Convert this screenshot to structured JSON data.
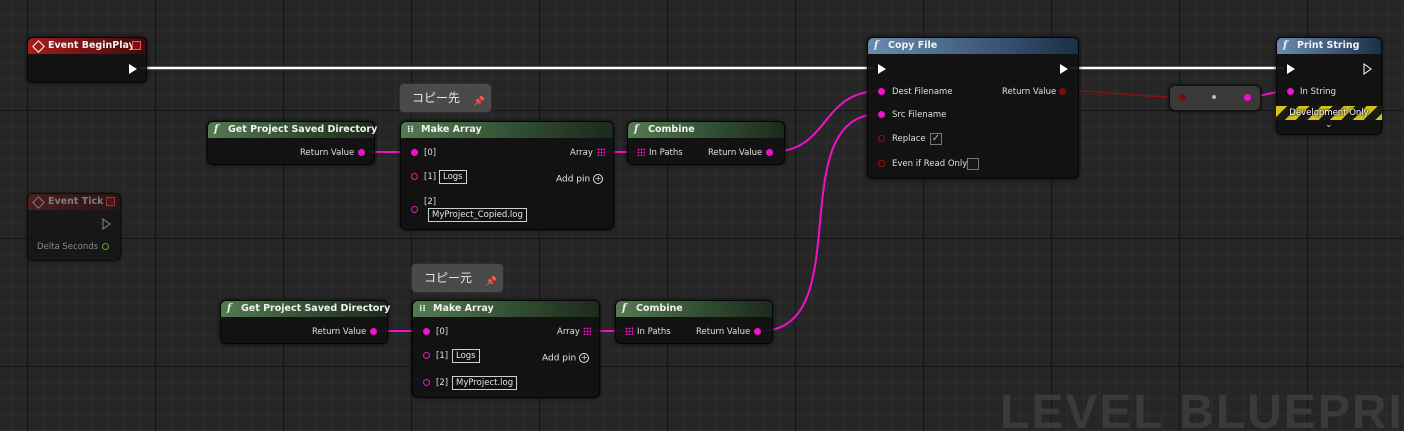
{
  "watermark": "LEVEL BLUEPRINT",
  "comments": {
    "copy_dest": "コピー先",
    "copy_src": "コピー元"
  },
  "event_begin_play": {
    "title": "Event BeginPlay"
  },
  "event_tick": {
    "title": "Event Tick",
    "delta": "Delta Seconds"
  },
  "get_dir_1": {
    "title": "Get Project Saved Directory",
    "ret": "Return Value"
  },
  "get_dir_2": {
    "title": "Get Project Saved Directory",
    "ret": "Return Value"
  },
  "make_array_1": {
    "title": "Make Array",
    "pin0": "[0]",
    "pin1": "[1]",
    "val1": "Logs",
    "pin2": "[2]",
    "val2": "MyProject_Copied.log",
    "array": "Array",
    "add_pin": "Add pin"
  },
  "make_array_2": {
    "title": "Make Array",
    "pin0": "[0]",
    "pin1": "[1]",
    "val1": "Logs",
    "pin2": "[2]",
    "val2": "MyProject.log",
    "array": "Array",
    "add_pin": "Add pin"
  },
  "combine_1": {
    "title": "Combine",
    "in": "In Paths",
    "ret": "Return Value"
  },
  "combine_2": {
    "title": "Combine",
    "in": "In Paths",
    "ret": "Return Value"
  },
  "copy_file": {
    "title": "Copy File",
    "dest": "Dest Filename",
    "src": "Src Filename",
    "replace": "Replace",
    "even": "Even if Read Only",
    "ret": "Return Value",
    "replace_checked": true,
    "even_checked": false
  },
  "print_string": {
    "title": "Print String",
    "in": "In String",
    "dev": "Development Only"
  }
}
